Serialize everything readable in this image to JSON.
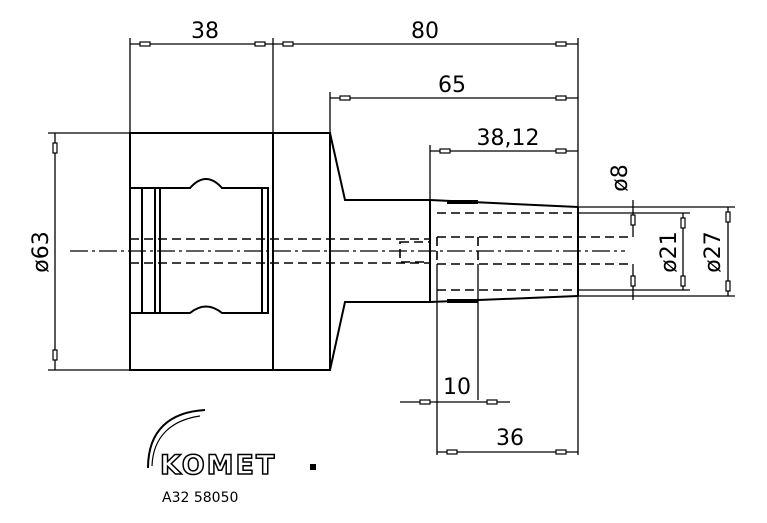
{
  "dimensions": {
    "d38": "38",
    "d80": "80",
    "d65": "65",
    "d38_12": "38,12",
    "d10": "10",
    "d36": "36",
    "dia63": "ø63",
    "dia8": "ø8",
    "dia21": "ø21",
    "dia27": "ø27"
  },
  "logo": {
    "brand": "KOMET",
    "code": "A32 58050"
  }
}
